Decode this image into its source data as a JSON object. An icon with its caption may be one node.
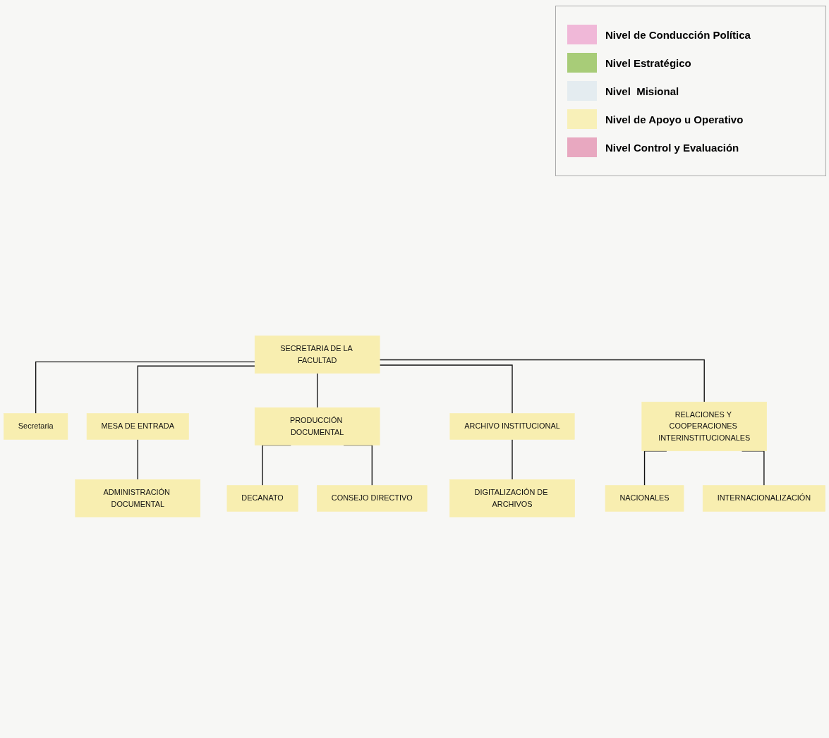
{
  "diagram": {
    "nodes": [
      {
        "text": [
          "SECRETARIA DE LA FACULTAD"
        ]
      },
      {
        "text": [
          "Secretaria"
        ]
      },
      {
        "text": [
          "MESA DE ENTRADA"
        ]
      },
      {
        "text": [
          "ADMINISTRACIÓN DOCUMENTAL"
        ]
      },
      {
        "text": [
          "PRODUCCIÓN DOCUMENTAL"
        ]
      },
      {
        "text": [
          "DECANATO"
        ]
      },
      {
        "text": [
          "CONSEJO DIRECTIVO"
        ]
      },
      {
        "text": [
          "ARCHIVO INSTITUCIONAL"
        ]
      },
      {
        "text": [
          "DIGITALIZACIÓN DE ARCHIVOS"
        ]
      },
      {
        "text": [
          "RELACIONES Y COOPERACIONES INTERINSTITUCIONALES"
        ]
      },
      {
        "text": [
          "NACIONALES"
        ]
      },
      {
        "text": [
          "INTERNACIONALIZACIÓN"
        ]
      }
    ],
    "edges": [
      {
        "from": 0,
        "to": 1,
        "arrow": "none"
      },
      {
        "from": 0,
        "to": 2,
        "arrow": "none"
      },
      {
        "from": 0,
        "to": 4,
        "arrow": "none"
      },
      {
        "from": 0,
        "to": 7,
        "arrow": "none"
      },
      {
        "from": 0,
        "to": 9,
        "arrow": "none"
      },
      {
        "from": 2,
        "to": 3,
        "arrow": "none"
      },
      {
        "from": 4,
        "to": 5,
        "arrow": "none"
      },
      {
        "from": 4,
        "to": 6,
        "arrow": "none"
      },
      {
        "from": 7,
        "to": 8,
        "arrow": "none"
      },
      {
        "from": 9,
        "to": 10,
        "arrow": "none"
      },
      {
        "from": 9,
        "to": 11,
        "arrow": "none"
      }
    ],
    "legend": [
      {
        "text": "Nivel de Conducción Política",
        "color": "#f0b8d8"
      },
      {
        "text": "Nivel Estratégico",
        "color": "#a8cc78"
      },
      {
        "text": "Nivel  Misional",
        "color": "#e4ecf0"
      },
      {
        "text": "Nivel de Apoyo u Operativo",
        "color": "#f8f0b8"
      },
      {
        "text": "Nivel Control y Evaluación",
        "color": "#e8a8c0"
      }
    ]
  }
}
